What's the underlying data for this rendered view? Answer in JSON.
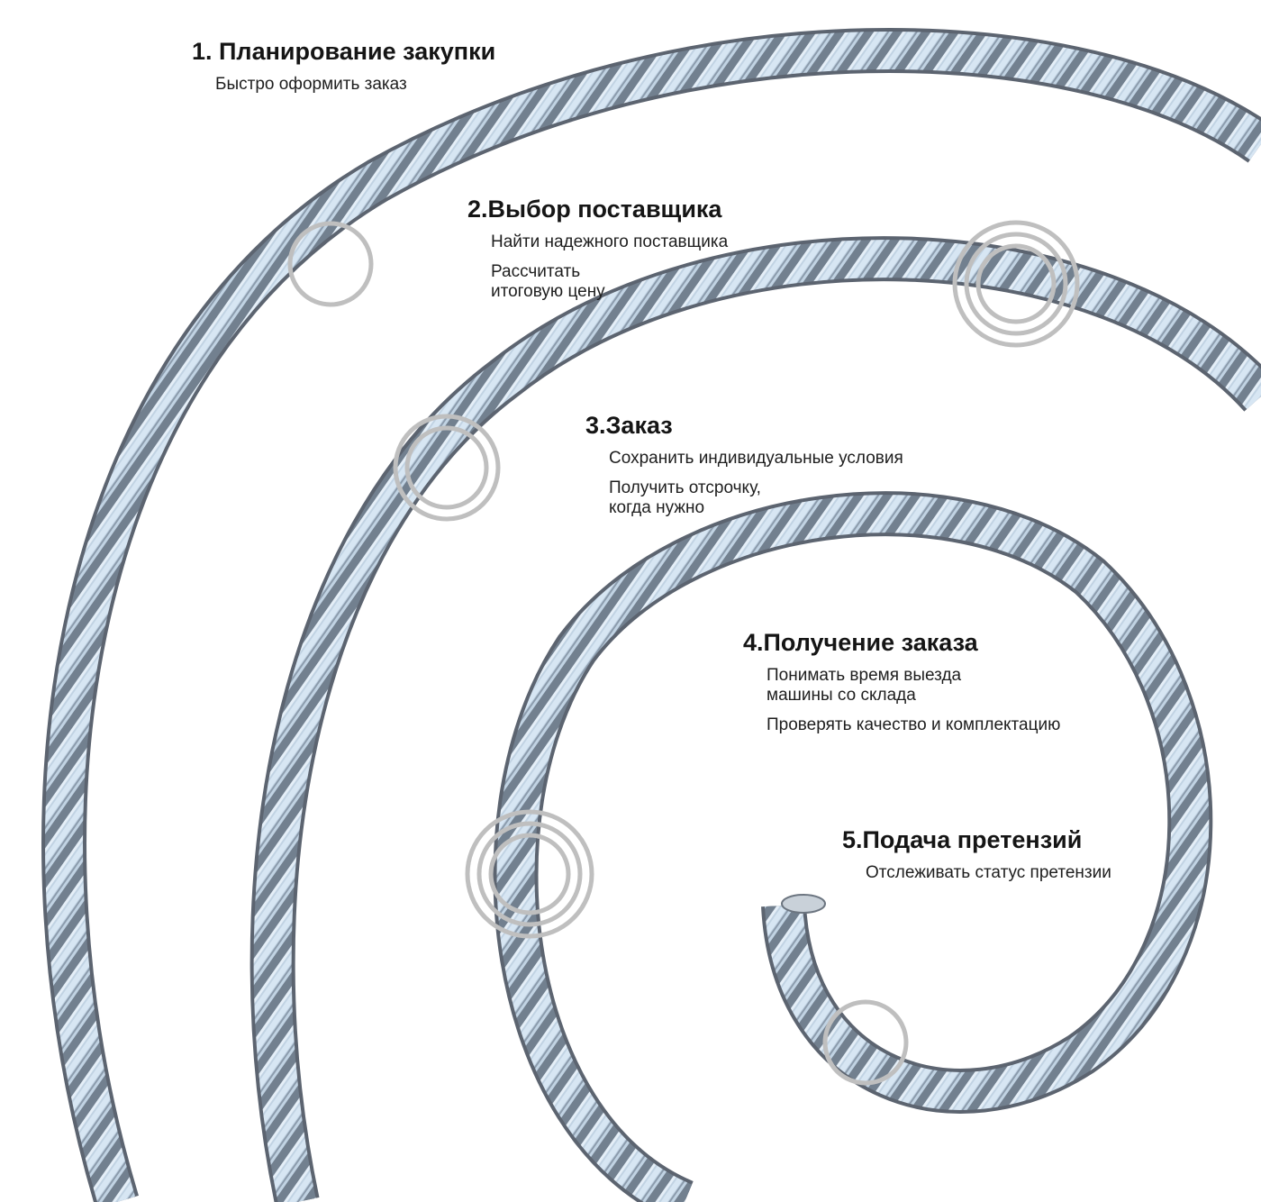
{
  "steps": [
    {
      "title": "1. Планирование закупки",
      "items": [
        "Быстро оформить заказ"
      ]
    },
    {
      "title": "2.Выбор поставщика",
      "items": [
        "Найти надежного поставщика",
        "Рассчитать\nитоговую цену"
      ]
    },
    {
      "title": "3.Заказ",
      "items": [
        "Сохранить индивидуальные условия",
        "Получить отсрочку,\nкогда нужно"
      ]
    },
    {
      "title": "4.Получение заказа",
      "items": [
        "Понимать время выезда\nмашины со склада",
        "Проверять качество и комплектацию"
      ]
    },
    {
      "title": "5.Подача претензий",
      "items": [
        "Отслеживать статус претензии"
      ]
    }
  ],
  "colors": {
    "rope_light": "#eef3f8",
    "rope_mid": "#9aa8b8",
    "rope_dark": "#4a5360",
    "rope_blue": "#b9d4ec",
    "marker": "#bfbfbf"
  }
}
